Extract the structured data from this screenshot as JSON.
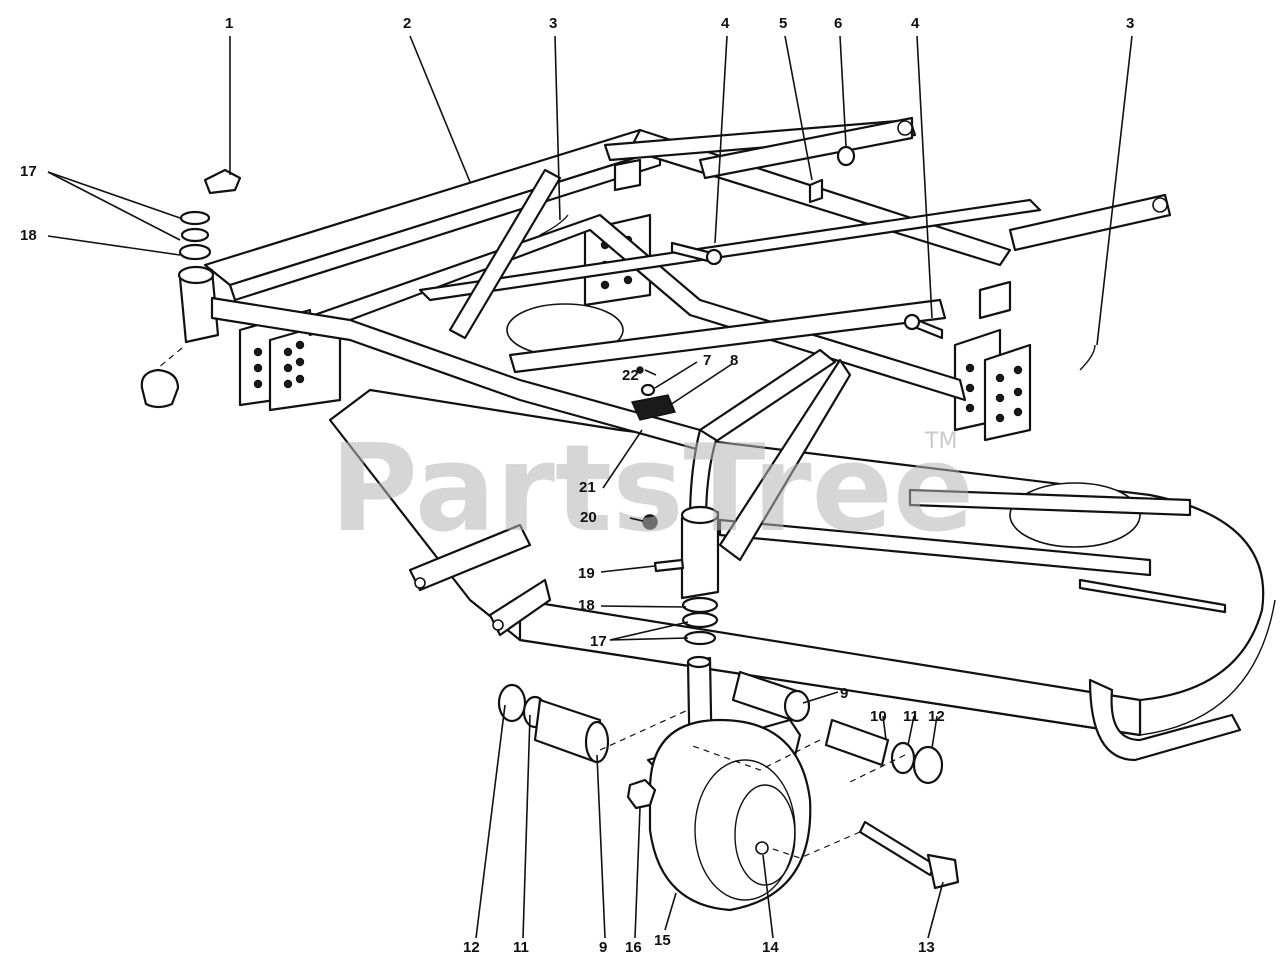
{
  "watermark": {
    "text": "PartsTree",
    "trademark": "TM"
  },
  "callouts": [
    {
      "id": "c1",
      "label": "1"
    },
    {
      "id": "c2",
      "label": "2"
    },
    {
      "id": "c3a",
      "label": "3"
    },
    {
      "id": "c4a",
      "label": "4"
    },
    {
      "id": "c5",
      "label": "5"
    },
    {
      "id": "c6",
      "label": "6"
    },
    {
      "id": "c4b",
      "label": "4"
    },
    {
      "id": "c3b",
      "label": "3"
    },
    {
      "id": "c17a",
      "label": "17"
    },
    {
      "id": "c18a",
      "label": "18"
    },
    {
      "id": "c7",
      "label": "7"
    },
    {
      "id": "c22",
      "label": "22"
    },
    {
      "id": "c8",
      "label": "8"
    },
    {
      "id": "c21",
      "label": "21"
    },
    {
      "id": "c20",
      "label": "20"
    },
    {
      "id": "c19",
      "label": "19"
    },
    {
      "id": "c18b",
      "label": "18"
    },
    {
      "id": "c17b",
      "label": "17"
    },
    {
      "id": "c9a",
      "label": "9"
    },
    {
      "id": "c10",
      "label": "10"
    },
    {
      "id": "c11a",
      "label": "11"
    },
    {
      "id": "c12a",
      "label": "12"
    },
    {
      "id": "c12b",
      "label": "12"
    },
    {
      "id": "c11b",
      "label": "11"
    },
    {
      "id": "c9b",
      "label": "9"
    },
    {
      "id": "c16",
      "label": "16"
    },
    {
      "id": "c15",
      "label": "15"
    },
    {
      "id": "c14",
      "label": "14"
    },
    {
      "id": "c13",
      "label": "13"
    }
  ]
}
